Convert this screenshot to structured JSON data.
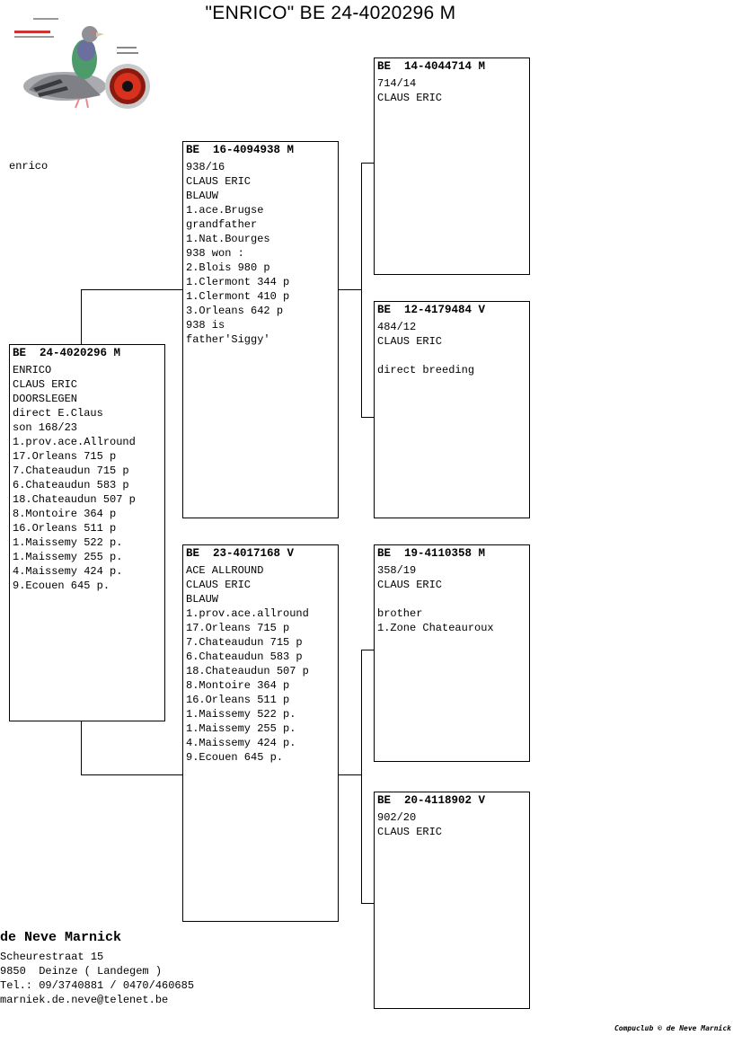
{
  "title": "\"ENRICO\"  BE  24-4020296 M",
  "side_note": "enrico",
  "subject": {
    "head": "BE  24-4020296 M",
    "lines": [
      "ENRICO",
      "CLAUS ERIC",
      "DOORSLEGEN",
      "direct E.Claus",
      "son 168/23",
      "1.prov.ace.Allround",
      "17.Orleans 715 p",
      "7.Chateaudun 715 p",
      "6.Chateaudun 583 p",
      "18.Chateaudun 507 p",
      "8.Montoire 364 p",
      "16.Orleans 511 p",
      "1.Maissemy 522 p.",
      "1.Maissemy 255 p.",
      "4.Maissemy 424 p.",
      "9.Ecouen 645 p."
    ]
  },
  "sire": {
    "head": "BE  16-4094938 M",
    "lines": [
      "938/16",
      "CLAUS ERIC",
      "BLAUW",
      "1.ace.Brugse",
      "grandfather",
      "1.Nat.Bourges",
      "938 won :",
      "2.Blois 980 p",
      "1.Clermont 344 p",
      "1.Clermont 410 p",
      "3.Orleans 642 p",
      "938 is",
      "father'Siggy'"
    ]
  },
  "dam": {
    "head": "BE  23-4017168 V",
    "lines": [
      "ACE ALLROUND",
      "CLAUS ERIC",
      "BLAUW",
      "1.prov.ace.allround",
      "17.Orleans 715 p",
      "7.Chateaudun 715 p",
      "6.Chateaudun 583 p",
      "18.Chateaudun 507 p",
      "8.Montoire 364 p",
      "16.Orleans 511 p",
      "1.Maissemy 522 p.",
      "1.Maissemy 255 p.",
      "4.Maissemy 424 p.",
      "9.Ecouen 645 p."
    ]
  },
  "gp_ss": {
    "head": "BE  14-4044714 M",
    "lines": [
      "714/14",
      "CLAUS ERIC"
    ]
  },
  "gp_sd": {
    "head": "BE  12-4179484 V",
    "lines": [
      "484/12",
      "CLAUS ERIC",
      "",
      "direct breeding"
    ]
  },
  "gp_ds": {
    "head": "BE  19-4110358 M",
    "lines": [
      "358/19",
      "CLAUS ERIC",
      "",
      "brother",
      "1.Zone Chateauroux"
    ]
  },
  "gp_dd": {
    "head": "BE  20-4118902 V",
    "lines": [
      "902/20",
      "CLAUS ERIC"
    ]
  },
  "breeder": {
    "name": "de Neve Marnick",
    "address_lines": [
      "Scheurestraat 15",
      "9850  Deinze ( Landegem )",
      "Tel.: 09/3740881 / 0470/460685",
      "marniek.de.neve@telenet.be"
    ]
  },
  "footer": "Compuclub © de Neve Marnick",
  "colors": {
    "pigeon_neck": "#3f8a5a",
    "eye_red": "#c0392b"
  }
}
